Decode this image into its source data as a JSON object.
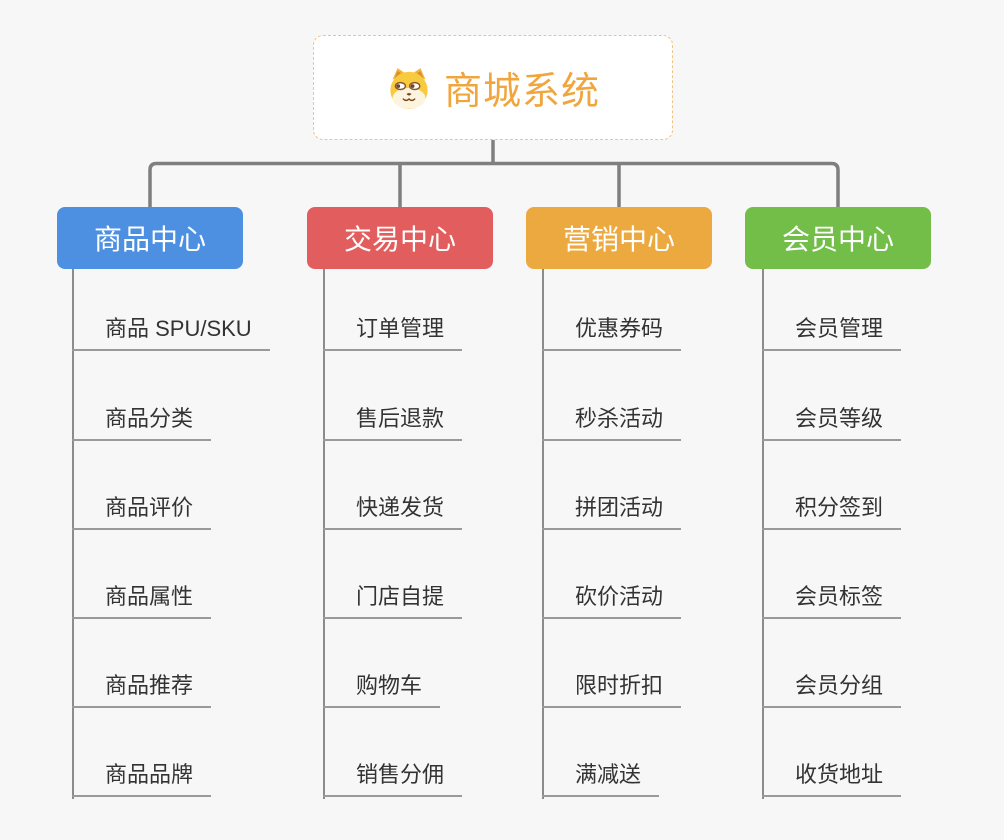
{
  "root": {
    "title": "商城系统",
    "icon": "dog-face-icon",
    "background": "#FFFFFF",
    "border_color": "#F0C285",
    "text_color": "#F0A63C"
  },
  "background_color": "#F7F7F7",
  "connector_color": "#7F7F7F",
  "leaf_text_color": "#333333",
  "leaf_line_color": "#9A9A9A",
  "branches": [
    {
      "label": "商品中心",
      "color": "#4D90E1",
      "text_color": "#FFFFFF",
      "children": [
        "商品 SPU/SKU",
        "商品分类",
        "商品评价",
        "商品属性",
        "商品推荐",
        "商品品牌"
      ]
    },
    {
      "label": "交易中心",
      "color": "#E25D5D",
      "text_color": "#FFFFFF",
      "children": [
        "订单管理",
        "售后退款",
        "快递发货",
        "门店自提",
        "购物车",
        "销售分佣"
      ]
    },
    {
      "label": "营销中心",
      "color": "#ECA93F",
      "text_color": "#FFFFFF",
      "children": [
        "优惠券码",
        "秒杀活动",
        "拼团活动",
        "砍价活动",
        "限时折扣",
        "满减送"
      ]
    },
    {
      "label": "会员中心",
      "color": "#72BE48",
      "text_color": "#FFFFFF",
      "children": [
        "会员管理",
        "会员等级",
        "积分签到",
        "会员标签",
        "会员分组",
        "收货地址"
      ]
    }
  ]
}
